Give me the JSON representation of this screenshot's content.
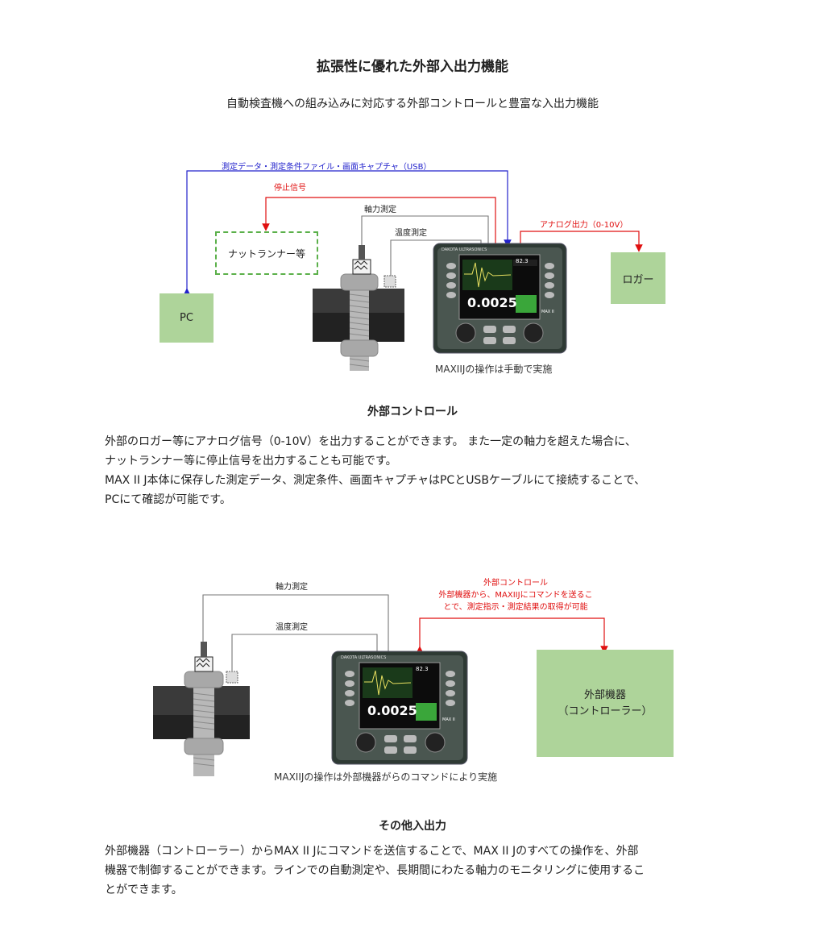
{
  "header": {
    "title": "拡張性に優れた外部入出力機能",
    "subtitle": "自動検査機への組み込みに対応する外部コントロールと豊富な入出力機能"
  },
  "diagram1": {
    "usb_label": "測定データ・測定条件ファイル・画面キャプチャ（USB）",
    "stop_label": "停止信号",
    "axial_label": "軸力測定",
    "temp_label": "温度測定",
    "analog_label": "アナログ出力（0-10V）",
    "nutrunner_label": "ナットランナー等",
    "pc_label": "PC",
    "logger_label": "ロガー",
    "device_reading": "0.0025",
    "device_brand": "DAKOTA ULTRASONICS",
    "device_model": "MAX II",
    "device_top_value": "82.3",
    "caption": "MAXIIJの操作は手動で実施"
  },
  "section1": {
    "heading": "外部コントロール",
    "lines": [
      "外部のロガー等にアナログ信号（0-10V）を出力することができます。 また一定の軸力を超えた場合に、",
      "ナットランナー等に停止信号を出力することも可能です。",
      "MAX II J本体に保存した測定データ、測定条件、画面キャプチャはPCとUSBケーブルにて接続することで、",
      "PCにて確認が可能です。"
    ]
  },
  "diagram2": {
    "axial_label": "軸力測定",
    "temp_label": "温度測定",
    "control_label_lines": [
      "外部コントロール",
      "外部機器から、MAXIIJにコマンドを送るこ",
      "とで、測定指示・測定結果の取得が可能"
    ],
    "external_label_lines": [
      "外部機器",
      "（コントローラー）"
    ],
    "device_reading": "0.0025",
    "device_brand": "DAKOTA ULTRASONICS",
    "device_model": "MAX II",
    "device_top_value": "82.3",
    "caption": "MAXIIJの操作は外部機器がらのコマンドにより実施"
  },
  "section2": {
    "heading": "その他入出力",
    "lines": [
      "外部機器（コントローラー）からMAX II Jにコマンドを送信することで、MAX II Jのすべての操作を、外部",
      "機器で制御することができます。ラインでの自動測定や、長期間にわたる軸力のモニタリングに使用するこ",
      "とができます。"
    ]
  },
  "colors": {
    "usb_line": "#2222cc",
    "signal_line": "#e01010",
    "box_green": "#aed49a",
    "dash_green": "#5bb04a"
  }
}
